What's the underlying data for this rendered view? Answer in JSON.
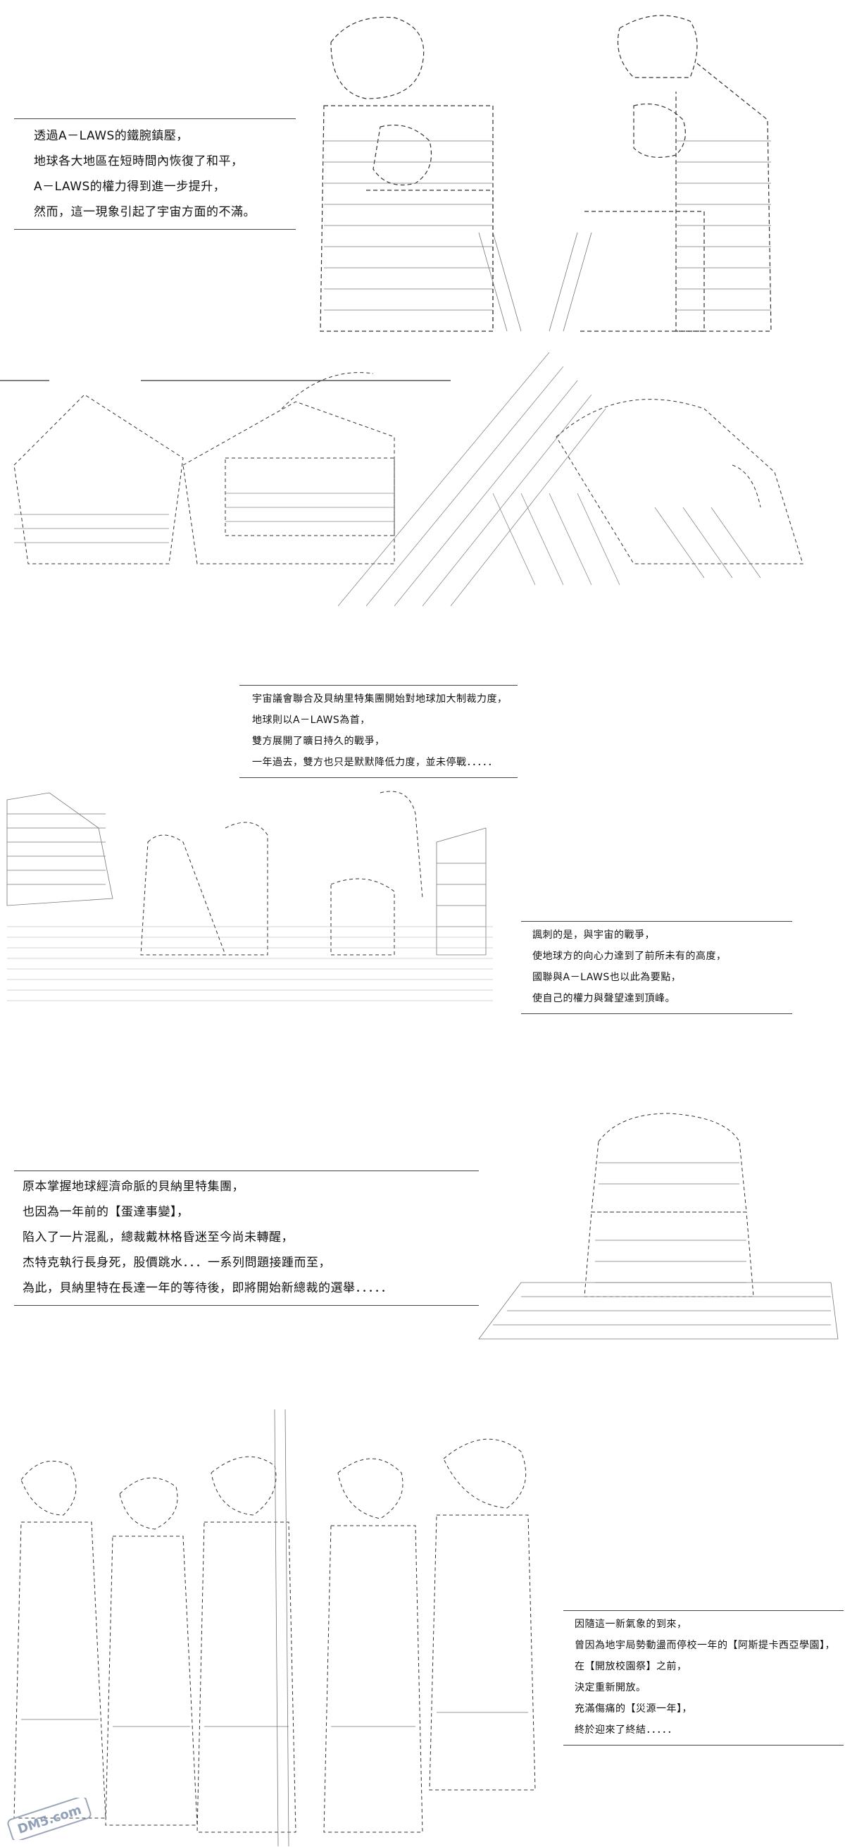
{
  "panels": [
    {
      "caption": [
        "透過A－LAWS的鐵腕鎮壓，",
        "地球各大地區在短時間內恢復了和平，",
        "A－LAWS的權力得到進一步提升，",
        "然而，這一現象引起了宇宙方面的不滿。"
      ]
    },
    {
      "caption": [
        "宇宙議會聯合及貝納里特集團開始對地球加大制裁力度，",
        "地球則以A－LAWS為首，",
        "雙方展開了曠日持久的戰爭，",
        "一年過去，雙方也只是默默降低力度，並未停戰．．．．．"
      ]
    },
    {
      "caption": [
        "諷刺的是，與宇宙的戰爭，",
        "使地球方的向心力達到了前所未有的高度，",
        "國聯與A－LAWS也以此為要點，",
        "使自己的權力與聲望達到頂峰。"
      ]
    },
    {
      "caption": [
        "原本掌握地球經濟命脈的貝納里特集團，",
        "也因為一年前的【蛋達事變】，",
        "陷入了一片混亂，總裁戴林格昏迷至今尚未轉醒，",
        "杰特克執行長身死，股價跳水．．．一系列問題接踵而至，",
        "為此，貝納里特在長達一年的等待後，即將開始新總裁的選舉．．．．．"
      ]
    },
    {
      "caption": [
        "因隨這一新氣象的到來，",
        "曾因為地宇局勢動盪而停校一年的【阿斯提卡西亞學園】，",
        "在【開放校園祭】之前，",
        "決定重新開放。",
        "充滿傷痛的【災源一年】，",
        "終於迎來了終結．．．．．"
      ]
    }
  ],
  "watermark": {
    "text": "DM5.com"
  }
}
